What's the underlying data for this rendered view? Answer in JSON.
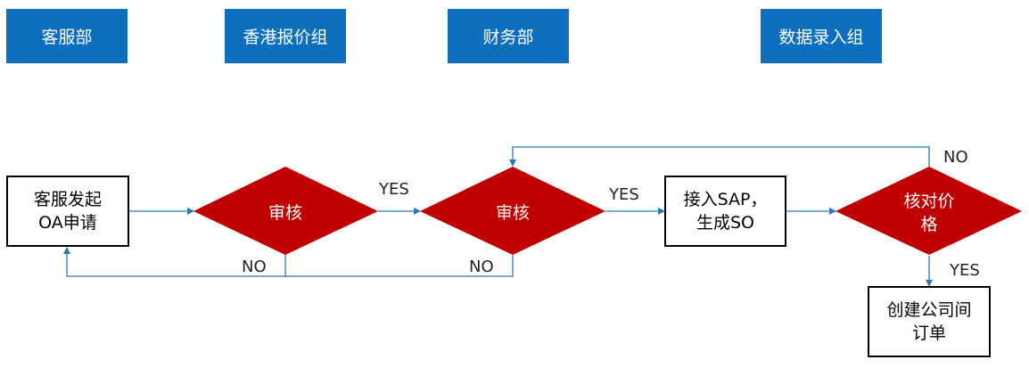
{
  "lanes": [
    "客服部",
    "香港报价组",
    "财务部",
    "数据录入组"
  ],
  "boxes": {
    "start": [
      "客服发起",
      "OA申请"
    ],
    "sap": [
      "接入SAP，",
      "生成SO"
    ],
    "order": [
      "创建公司间",
      "订单"
    ]
  },
  "decisions": {
    "review1": "审核",
    "review2": "审核",
    "price_line1": "核对价",
    "price_line2": "格"
  },
  "labels": {
    "yes1": "YES",
    "yes2": "YES",
    "yes3": "YES",
    "no1": "NO",
    "no2": "NO",
    "no3": "NO"
  },
  "colors": {
    "lane": "#0f6fbf",
    "decision": "#c00000",
    "connector": "#2e75b6"
  }
}
